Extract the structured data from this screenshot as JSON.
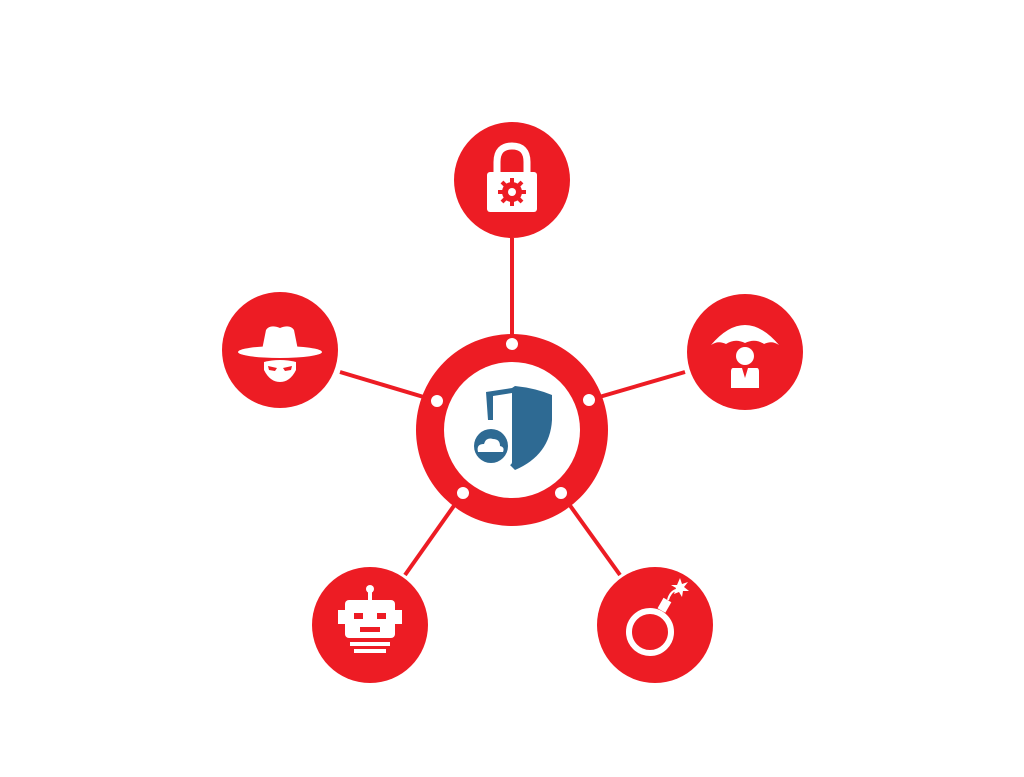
{
  "colors": {
    "accent": "#ed1c24",
    "shield": "#2e6a93",
    "background": "#ffffff"
  },
  "hub": {
    "icon": "shield-cloud-icon"
  },
  "nodes": [
    {
      "id": "top",
      "icon": "padlock-gear-icon"
    },
    {
      "id": "left",
      "icon": "spy-hat-icon"
    },
    {
      "id": "right",
      "icon": "umbrella-person-icon"
    },
    {
      "id": "bottom-left",
      "icon": "robot-icon"
    },
    {
      "id": "bottom-right",
      "icon": "bomb-icon"
    }
  ]
}
